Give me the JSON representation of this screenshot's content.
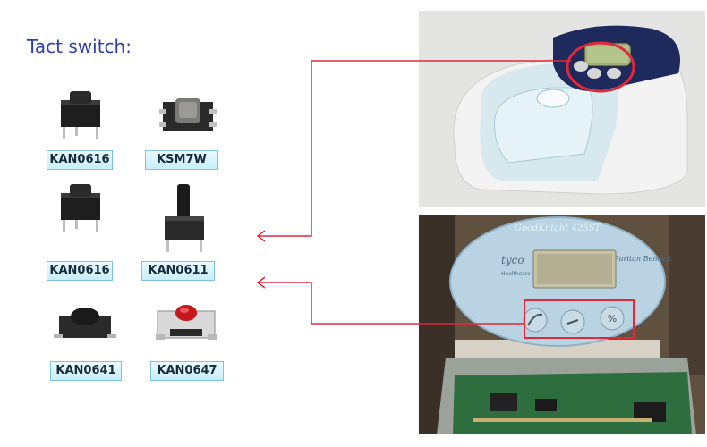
{
  "title": "Tact switch:",
  "parts": [
    {
      "label": "KAN0616",
      "icon": "tact-switch-6mm-icon"
    },
    {
      "label": "KSM7W",
      "icon": "tact-switch-smd-grey-icon"
    },
    {
      "label": "KAN0616",
      "icon": "tact-switch-6mm-icon"
    },
    {
      "label": "KAN0611",
      "icon": "tact-switch-tall-stem-icon"
    },
    {
      "label": "KAN0641",
      "icon": "tact-switch-smd-low-icon"
    },
    {
      "label": "KAN0647",
      "icon": "tact-switch-smd-red-cap-icon"
    }
  ],
  "photos": [
    {
      "icon": "cpap-machine-photo"
    },
    {
      "icon": "goodknight-device-photo"
    }
  ],
  "device": {
    "brand_display": "GoodKnight 425ST",
    "maker": "tyco",
    "sub": "Healthcare",
    "right_brand": "Puritan Bennett"
  },
  "colors": {
    "title": "#2f3fa6",
    "callout": "#e0283a",
    "label_bg": "#c7eefb"
  }
}
